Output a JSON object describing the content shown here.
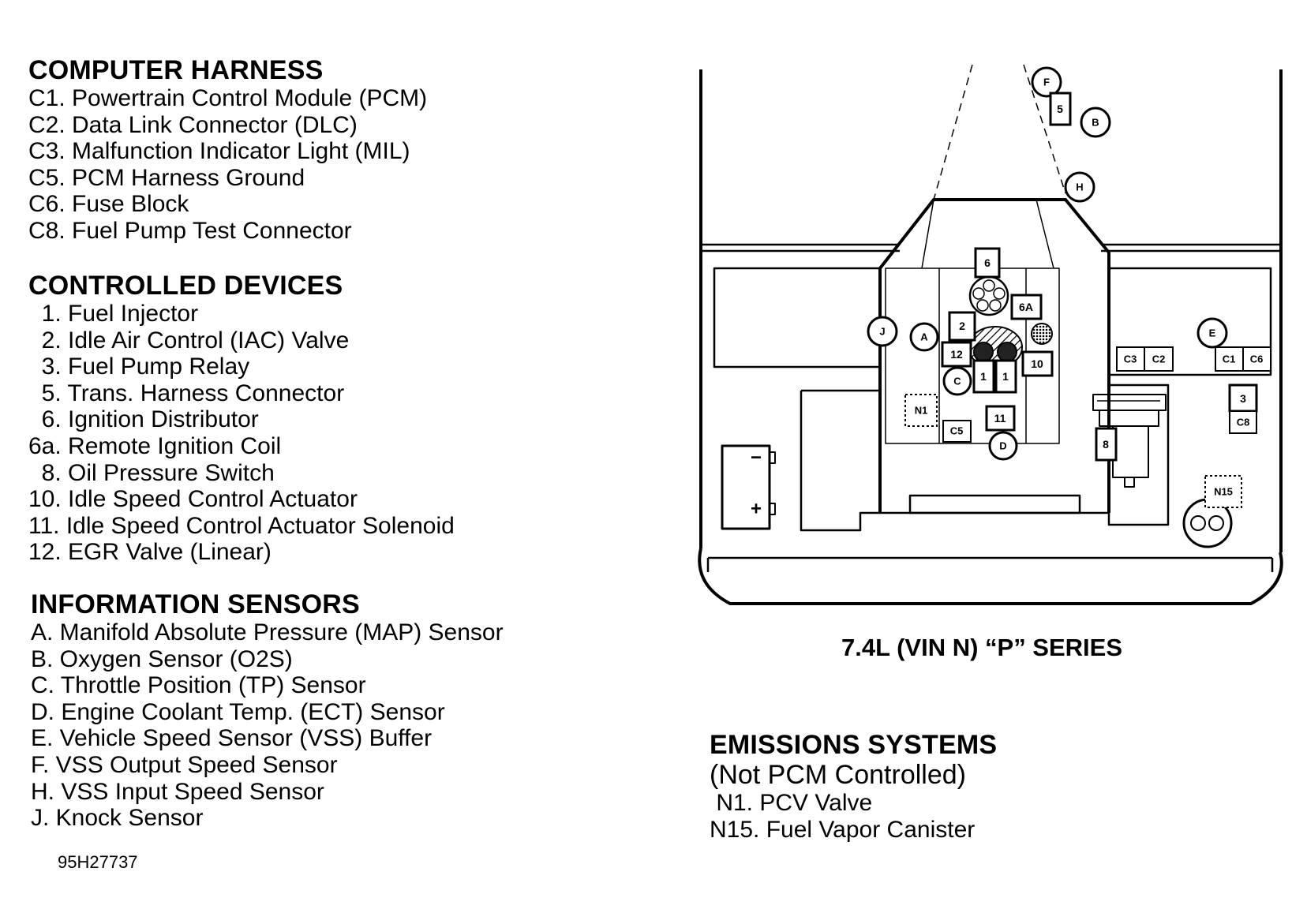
{
  "computer_harness": {
    "heading": "COMPUTER HARNESS",
    "items": [
      "C1. Powertrain Control Module (PCM)",
      "C2. Data Link Connector (DLC)",
      "C3. Malfunction Indicator Light (MIL)",
      "C5. PCM Harness Ground",
      "C6. Fuse Block",
      "C8. Fuel Pump Test Connector"
    ]
  },
  "controlled_devices": {
    "heading": "CONTROLLED DEVICES",
    "items": [
      "  1. Fuel Injector",
      "  2. Idle Air Control (IAC) Valve",
      "  3. Fuel Pump Relay",
      "  5. Trans. Harness Connector",
      "  6. Ignition Distributor",
      "6a. Remote Ignition Coil",
      "  8. Oil Pressure Switch",
      "10. Idle Speed Control Actuator",
      "11. Idle Speed Control Actuator Solenoid",
      "12. EGR Valve (Linear)"
    ]
  },
  "information_sensors": {
    "heading": "INFORMATION SENSORS",
    "items": [
      "A. Manifold Absolute Pressure (MAP) Sensor",
      "B. Oxygen Sensor (O2S)",
      "C. Throttle Position (TP) Sensor",
      "D. Engine Coolant Temp. (ECT) Sensor",
      "E. Vehicle Speed Sensor (VSS) Buffer",
      "F. VSS Output Speed Sensor",
      "H. VSS Input Speed Sensor",
      "J. Knock Sensor"
    ]
  },
  "emissions_systems": {
    "heading": "EMISSIONS SYSTEMS",
    "subheading": "(Not PCM Controlled)",
    "items": [
      " N1. PCV Valve",
      "N15. Fuel Vapor Canister"
    ]
  },
  "reference_number": "95H27737",
  "diagram": {
    "caption": "7.4L (VIN N) “P” SERIES",
    "callouts": {
      "F": "F",
      "B": "B",
      "H": "H",
      "J": "J",
      "A": "A",
      "C": "C",
      "D": "D",
      "E": "E",
      "n5": "5",
      "n6": "6",
      "n6A": "6A",
      "n2": "2",
      "n12": "12",
      "n1a": "1",
      "n1b": "1",
      "n10": "10",
      "n11": "11",
      "n8": "8",
      "n3": "3",
      "C3": "C3",
      "C2": "C2",
      "C1": "C1",
      "C6": "C6",
      "C5": "C5",
      "C8": "C8",
      "N1": "N1",
      "N15": "N15",
      "battery_minus": "−",
      "battery_plus": "+"
    }
  }
}
